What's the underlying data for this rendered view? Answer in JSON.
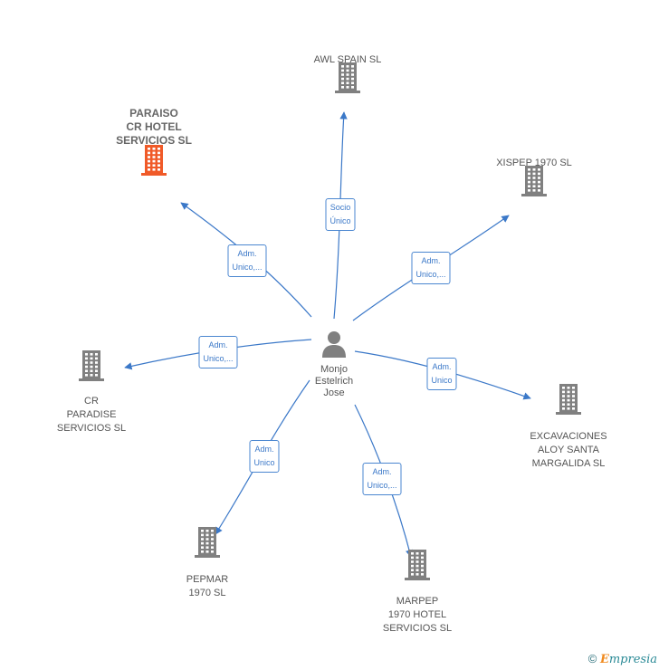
{
  "center": {
    "name": "Monjo\nEstelrich\nJose",
    "icon": "person-icon"
  },
  "nodes": [
    {
      "id": "awl",
      "label": "AWL SPAIN  SL",
      "icon": "building-icon",
      "highlight": false
    },
    {
      "id": "paraiso",
      "label": "PARAISO\nCR HOTEL\nSERVICIOS  SL",
      "icon": "building-icon",
      "highlight": true
    },
    {
      "id": "xispep",
      "label": "XISPEP 1970  SL",
      "icon": "building-icon",
      "highlight": false
    },
    {
      "id": "crparadise",
      "label": "CR\nPARADISE\nSERVICIOS  SL",
      "icon": "building-icon",
      "highlight": false
    },
    {
      "id": "excavaciones",
      "label": "EXCAVACIONES\nALOY SANTA\nMARGALIDA SL",
      "icon": "building-icon",
      "highlight": false
    },
    {
      "id": "pepmar",
      "label": "PEPMAR\n1970  SL",
      "icon": "building-icon",
      "highlight": false
    },
    {
      "id": "marpep",
      "label": "MARPEP\n1970 HOTEL\nSERVICIOS  SL",
      "icon": "building-icon",
      "highlight": false
    }
  ],
  "edges": [
    {
      "to": "awl",
      "label": "Socio\nÚnico"
    },
    {
      "to": "paraiso",
      "label": "Adm.\nUnico,..."
    },
    {
      "to": "xispep",
      "label": "Adm.\nUnico,..."
    },
    {
      "to": "crparadise",
      "label": "Adm.\nUnico,..."
    },
    {
      "to": "excavaciones",
      "label": "Adm.\nUnico"
    },
    {
      "to": "pepmar",
      "label": "Adm.\nUnico"
    },
    {
      "to": "marpep",
      "label": "Adm.\nUnico,..."
    }
  ],
  "colors": {
    "edge": "#3b78c8",
    "building": "#808080",
    "highlight": "#f05a28",
    "person": "#808080"
  },
  "footer": {
    "copyright": "©",
    "brand_initial": "E",
    "brand_rest": "mpresia"
  }
}
